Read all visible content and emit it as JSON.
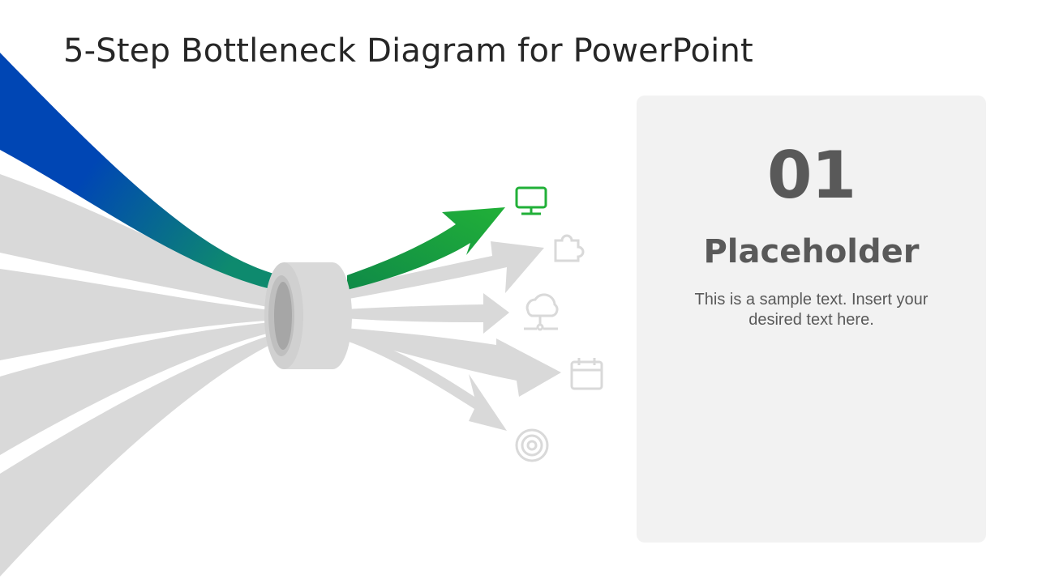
{
  "slide": {
    "title": "5-Step Bottleneck Diagram for PowerPoint"
  },
  "diagram": {
    "active_step": 1,
    "colors": {
      "active_arrow": "#21b038",
      "active_arrow_dark": "#0f8a48",
      "inflow_blue": "#0046b4",
      "inflow_teal": "#0e8a6e",
      "inactive": "#d9d9d9",
      "ring": "#d9d9d9",
      "ring_shadow": "#bfbfbf",
      "active_icon": "#21b038"
    },
    "icons": [
      {
        "name": "monitor-icon",
        "active": true
      },
      {
        "name": "puzzle-icon",
        "active": false
      },
      {
        "name": "cloud-network-icon",
        "active": false
      },
      {
        "name": "calendar-icon",
        "active": false
      },
      {
        "name": "target-icon",
        "active": false
      }
    ]
  },
  "panel": {
    "number": "01",
    "heading": "Placeholder",
    "body": "This is a sample text. Insert your desired text here.",
    "background": "#f2f2f2"
  }
}
